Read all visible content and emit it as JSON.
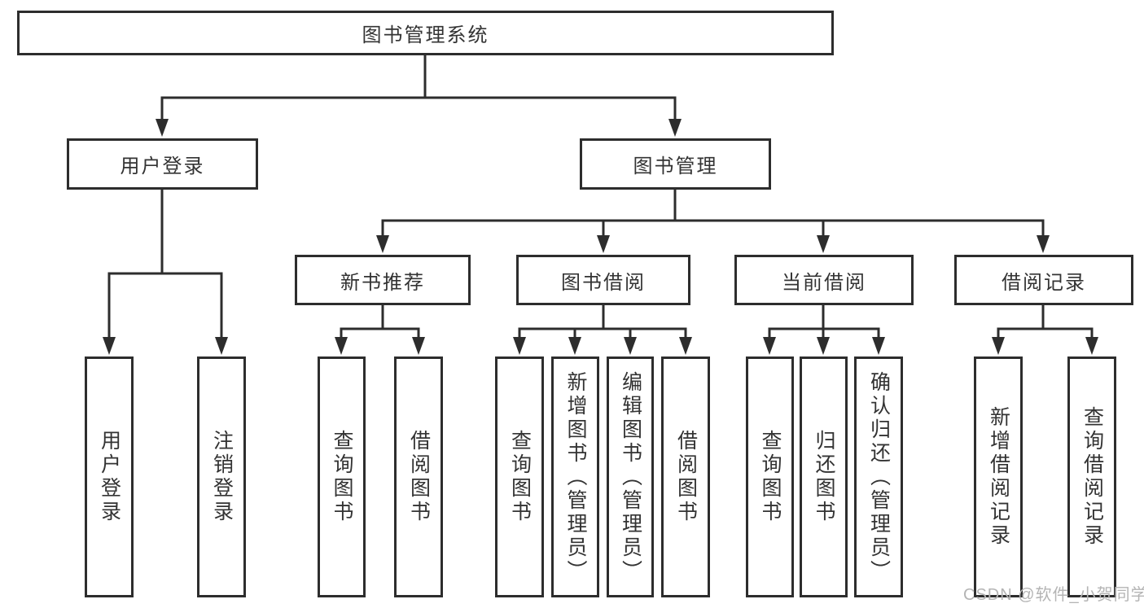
{
  "colors": {
    "line": "#2d2d2d",
    "box_fill": "#ffffff",
    "text": "#333333",
    "watermark_text": "#b4b4b4",
    "background": "#ffffff"
  },
  "watermark": "CSDN @软件_小贺同学",
  "tree": {
    "label": "图书管理系统",
    "children": [
      {
        "label": "用户登录",
        "children": [
          {
            "label": "用户登录"
          },
          {
            "label": "注销登录"
          }
        ]
      },
      {
        "label": "图书管理",
        "children": [
          {
            "label": "新书推荐",
            "children": [
              {
                "label": "查询图书"
              },
              {
                "label": "借阅图书"
              }
            ]
          },
          {
            "label": "图书借阅",
            "children": [
              {
                "label": "查询图书"
              },
              {
                "label": "新增图书（管理员）"
              },
              {
                "label": "编辑图书（管理员）"
              },
              {
                "label": "借阅图书"
              }
            ]
          },
          {
            "label": "当前借阅",
            "children": [
              {
                "label": "查询图书"
              },
              {
                "label": "归还图书"
              },
              {
                "label": "确认归还（管理员）"
              }
            ]
          },
          {
            "label": "借阅记录",
            "children": [
              {
                "label": "新增借阅记录"
              },
              {
                "label": "查询借阅记录"
              }
            ]
          }
        ]
      }
    ]
  }
}
